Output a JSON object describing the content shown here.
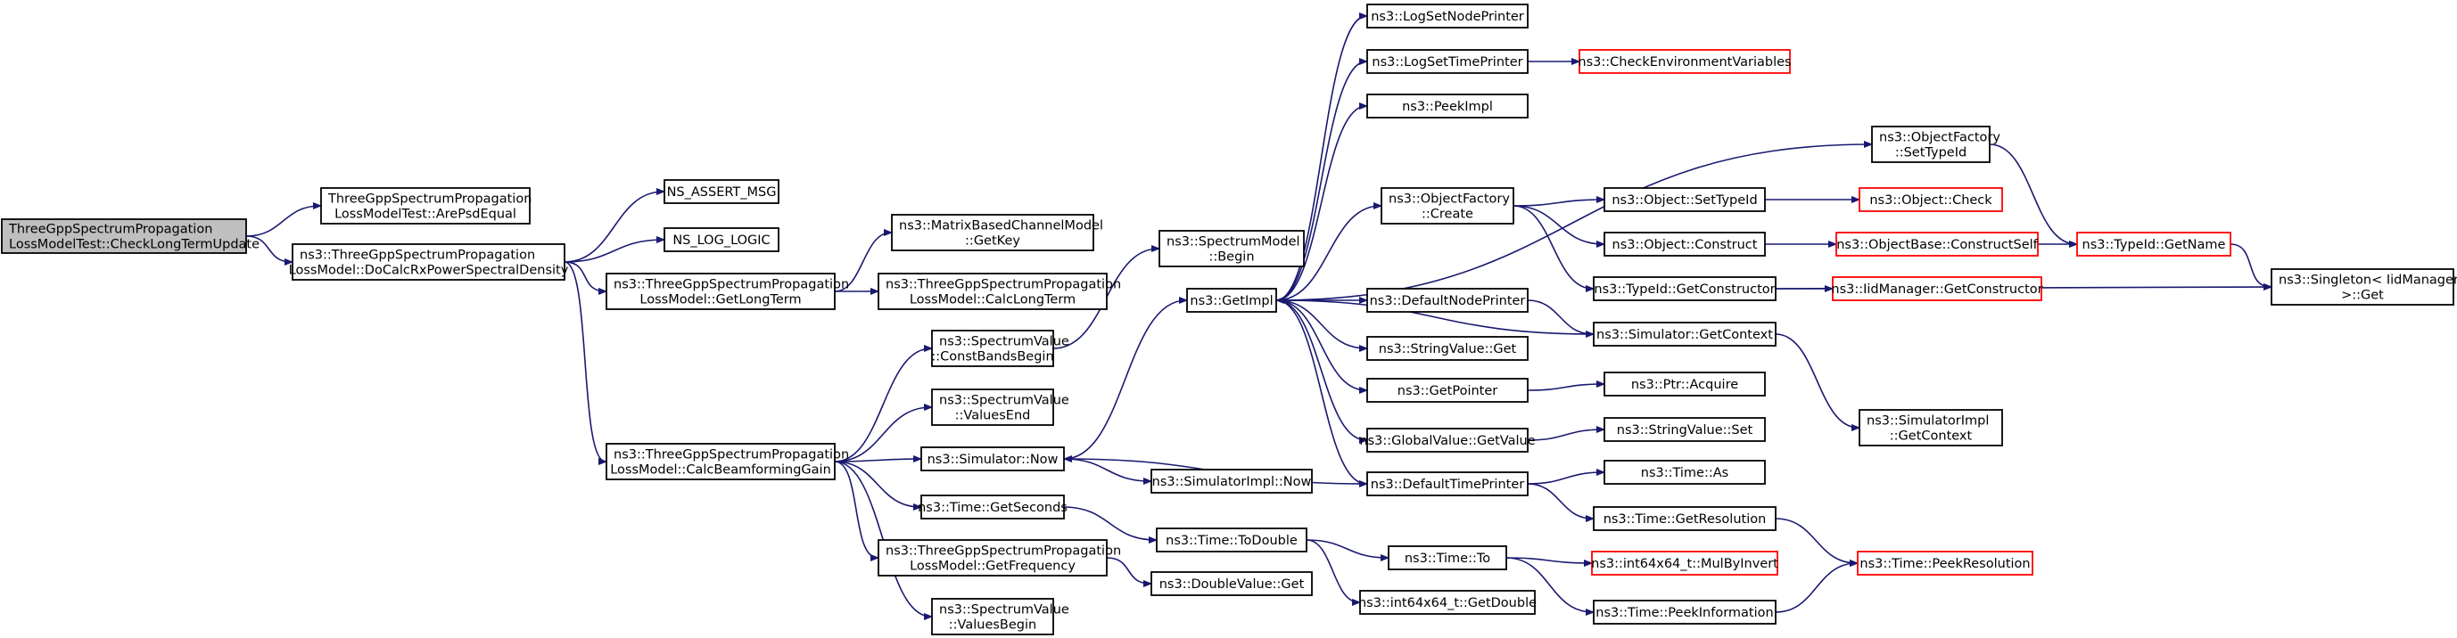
{
  "graph": {
    "colors": {
      "edge": "#191970",
      "box_border": "#000000",
      "truncated_border": "#ff0000",
      "root_fill": "#bfbfbf",
      "box_fill": "#ffffff",
      "text": "#000000"
    },
    "nodes": [
      {
        "id": "root",
        "lines": [
          "ThreeGppSpectrumPropagation",
          "LossModelTest::CheckLongTermUpdate"
        ],
        "style": "root"
      },
      {
        "id": "arePsd",
        "lines": [
          "ThreeGppSpectrumPropagation",
          "LossModelTest::ArePsdEqual"
        ],
        "style": "normal"
      },
      {
        "id": "doCalc",
        "lines": [
          "ns3::ThreeGppSpectrumPropagation",
          "LossModel::DoCalcRxPowerSpectralDensity"
        ],
        "style": "normal"
      },
      {
        "id": "assert",
        "lines": [
          "NS_ASSERT_MSG"
        ],
        "style": "normal"
      },
      {
        "id": "logLogic",
        "lines": [
          "NS_LOG_LOGIC"
        ],
        "style": "normal"
      },
      {
        "id": "getLongTerm",
        "lines": [
          "ns3::ThreeGppSpectrumPropagation",
          "LossModel::GetLongTerm"
        ],
        "style": "normal"
      },
      {
        "id": "calcBf",
        "lines": [
          "ns3::ThreeGppSpectrumPropagation",
          "LossModel::CalcBeamformingGain"
        ],
        "style": "normal"
      },
      {
        "id": "getKey",
        "lines": [
          "ns3::MatrixBasedChannelModel",
          "::GetKey"
        ],
        "style": "normal"
      },
      {
        "id": "calcLongTerm",
        "lines": [
          "ns3::ThreeGppSpectrumPropagation",
          "LossModel::CalcLongTerm"
        ],
        "style": "normal"
      },
      {
        "id": "constBands",
        "lines": [
          "ns3::SpectrumValue",
          "::ConstBandsBegin"
        ],
        "style": "normal"
      },
      {
        "id": "valuesEnd",
        "lines": [
          "ns3::SpectrumValue",
          "::ValuesEnd"
        ],
        "style": "normal"
      },
      {
        "id": "simNow",
        "lines": [
          "ns3::Simulator::Now"
        ],
        "style": "normal"
      },
      {
        "id": "getSeconds",
        "lines": [
          "ns3::Time::GetSeconds"
        ],
        "style": "normal"
      },
      {
        "id": "getFreq",
        "lines": [
          "ns3::ThreeGppSpectrumPropagation",
          "LossModel::GetFrequency"
        ],
        "style": "normal"
      },
      {
        "id": "valuesBegin",
        "lines": [
          "ns3::SpectrumValue",
          "::ValuesBegin"
        ],
        "style": "normal"
      },
      {
        "id": "smBegin",
        "lines": [
          "ns3::SpectrumModel",
          "::Begin"
        ],
        "style": "normal"
      },
      {
        "id": "getImpl",
        "lines": [
          "ns3::GetImpl"
        ],
        "style": "normal"
      },
      {
        "id": "simImplNow",
        "lines": [
          "ns3::SimulatorImpl::Now"
        ],
        "style": "normal"
      },
      {
        "id": "toDouble",
        "lines": [
          "ns3::Time::ToDouble"
        ],
        "style": "normal"
      },
      {
        "id": "dvGet",
        "lines": [
          "ns3::DoubleValue::Get"
        ],
        "style": "normal"
      },
      {
        "id": "logSetNode",
        "lines": [
          "ns3::LogSetNodePrinter"
        ],
        "style": "normal"
      },
      {
        "id": "logSetTime",
        "lines": [
          "ns3::LogSetTimePrinter"
        ],
        "style": "normal"
      },
      {
        "id": "peekImpl",
        "lines": [
          "ns3::PeekImpl"
        ],
        "style": "normal"
      },
      {
        "id": "ofCreate",
        "lines": [
          "ns3::ObjectFactory",
          "::Create"
        ],
        "style": "normal"
      },
      {
        "id": "defNodePrinter",
        "lines": [
          "ns3::DefaultNodePrinter"
        ],
        "style": "normal"
      },
      {
        "id": "svGet",
        "lines": [
          "ns3::StringValue::Get"
        ],
        "style": "normal"
      },
      {
        "id": "getPointer",
        "lines": [
          "ns3::GetPointer"
        ],
        "style": "normal"
      },
      {
        "id": "gvGetValue",
        "lines": [
          "ns3::GlobalValue::GetValue"
        ],
        "style": "normal"
      },
      {
        "id": "defTimePrinter",
        "lines": [
          "ns3::DefaultTimePrinter"
        ],
        "style": "normal"
      },
      {
        "id": "timeTo",
        "lines": [
          "ns3::Time::To"
        ],
        "style": "normal"
      },
      {
        "id": "i64GetDouble",
        "lines": [
          "ns3::int64x64_t::GetDouble"
        ],
        "style": "normal"
      },
      {
        "id": "checkEnv",
        "lines": [
          "ns3::CheckEnvironmentVariables"
        ],
        "style": "truncated"
      },
      {
        "id": "ofSetTypeId",
        "lines": [
          "ns3::ObjectFactory",
          "::SetTypeId"
        ],
        "style": "normal"
      },
      {
        "id": "objSetTypeId",
        "lines": [
          "ns3::Object::SetTypeId"
        ],
        "style": "normal"
      },
      {
        "id": "objConstruct",
        "lines": [
          "ns3::Object::Construct"
        ],
        "style": "normal"
      },
      {
        "id": "tidGetCtor",
        "lines": [
          "ns3::TypeId::GetConstructor"
        ],
        "style": "normal"
      },
      {
        "id": "simGetCtx",
        "lines": [
          "ns3::Simulator::GetContext"
        ],
        "style": "normal"
      },
      {
        "id": "ptrAcquire",
        "lines": [
          "ns3::Ptr::Acquire"
        ],
        "style": "normal"
      },
      {
        "id": "svSet",
        "lines": [
          "ns3::StringValue::Set"
        ],
        "style": "normal"
      },
      {
        "id": "timeAs",
        "lines": [
          "ns3::Time::As"
        ],
        "style": "normal"
      },
      {
        "id": "timeGetRes",
        "lines": [
          "ns3::Time::GetResolution"
        ],
        "style": "normal"
      },
      {
        "id": "timePeekInfo",
        "lines": [
          "ns3::Time::PeekInformation"
        ],
        "style": "normal"
      },
      {
        "id": "simImplGetCtx",
        "lines": [
          "ns3::SimulatorImpl",
          "::GetContext"
        ],
        "style": "normal"
      },
      {
        "id": "objCheck",
        "lines": [
          "ns3::Object::Check"
        ],
        "style": "truncated"
      },
      {
        "id": "objBaseConstruct",
        "lines": [
          "ns3::ObjectBase::ConstructSelf"
        ],
        "style": "truncated"
      },
      {
        "id": "iidGetCtor",
        "lines": [
          "ns3::IidManager::GetConstructor"
        ],
        "style": "truncated"
      },
      {
        "id": "i64MulByInvert",
        "lines": [
          "ns3::int64x64_t::MulByInvert"
        ],
        "style": "truncated"
      },
      {
        "id": "tidGetName",
        "lines": [
          "ns3::TypeId::GetName"
        ],
        "style": "truncated"
      },
      {
        "id": "timePeekRes",
        "lines": [
          "ns3::Time::PeekResolution"
        ],
        "style": "truncated"
      },
      {
        "id": "singletonGet",
        "lines": [
          "ns3::Singleton< IidManager",
          ">::Get"
        ],
        "style": "normal"
      }
    ],
    "edges": [
      [
        "root",
        "arePsd"
      ],
      [
        "root",
        "doCalc"
      ],
      [
        "doCalc",
        "assert"
      ],
      [
        "doCalc",
        "logLogic"
      ],
      [
        "doCalc",
        "getLongTerm"
      ],
      [
        "doCalc",
        "calcBf"
      ],
      [
        "getLongTerm",
        "getKey"
      ],
      [
        "getLongTerm",
        "calcLongTerm"
      ],
      [
        "calcBf",
        "constBands"
      ],
      [
        "calcBf",
        "valuesEnd"
      ],
      [
        "calcBf",
        "simNow"
      ],
      [
        "calcBf",
        "getSeconds"
      ],
      [
        "calcBf",
        "getFreq"
      ],
      [
        "calcBf",
        "valuesBegin"
      ],
      [
        "constBands",
        "smBegin"
      ],
      [
        "simNow",
        "getImpl"
      ],
      [
        "simNow",
        "simImplNow"
      ],
      [
        "getSeconds",
        "toDouble"
      ],
      [
        "getFreq",
        "dvGet"
      ],
      [
        "toDouble",
        "timeTo"
      ],
      [
        "toDouble",
        "i64GetDouble"
      ],
      [
        "getImpl",
        "logSetNode"
      ],
      [
        "getImpl",
        "logSetTime"
      ],
      [
        "getImpl",
        "peekImpl"
      ],
      [
        "getImpl",
        "ofCreate"
      ],
      [
        "getImpl",
        "ofSetTypeId"
      ],
      [
        "getImpl",
        "defNodePrinter"
      ],
      [
        "getImpl",
        "svGet"
      ],
      [
        "getImpl",
        "getPointer"
      ],
      [
        "getImpl",
        "gvGetValue"
      ],
      [
        "getImpl",
        "defTimePrinter"
      ],
      [
        "logSetTime",
        "checkEnv"
      ],
      [
        "ofCreate",
        "objSetTypeId"
      ],
      [
        "ofCreate",
        "objConstruct"
      ],
      [
        "ofCreate",
        "tidGetCtor"
      ],
      [
        "ofSetTypeId",
        "tidGetName"
      ],
      [
        "objSetTypeId",
        "objCheck"
      ],
      [
        "objConstruct",
        "objBaseConstruct"
      ],
      [
        "objBaseConstruct",
        "tidGetName"
      ],
      [
        "tidGetCtor",
        "iidGetCtor"
      ],
      [
        "tidGetCtor",
        "singletonGet"
      ],
      [
        "tidGetName",
        "singletonGet"
      ],
      [
        "defNodePrinter",
        "simGetCtx"
      ],
      [
        "simGetCtx",
        "getImpl"
      ],
      [
        "simGetCtx",
        "simImplGetCtx"
      ],
      [
        "getPointer",
        "ptrAcquire"
      ],
      [
        "gvGetValue",
        "svSet"
      ],
      [
        "defTimePrinter",
        "simNow"
      ],
      [
        "defTimePrinter",
        "timeAs"
      ],
      [
        "defTimePrinter",
        "timeGetRes"
      ],
      [
        "timeGetRes",
        "timePeekRes"
      ],
      [
        "timeTo",
        "i64MulByInvert"
      ],
      [
        "timeTo",
        "timePeekInfo"
      ],
      [
        "timePeekInfo",
        "timePeekRes"
      ]
    ]
  }
}
